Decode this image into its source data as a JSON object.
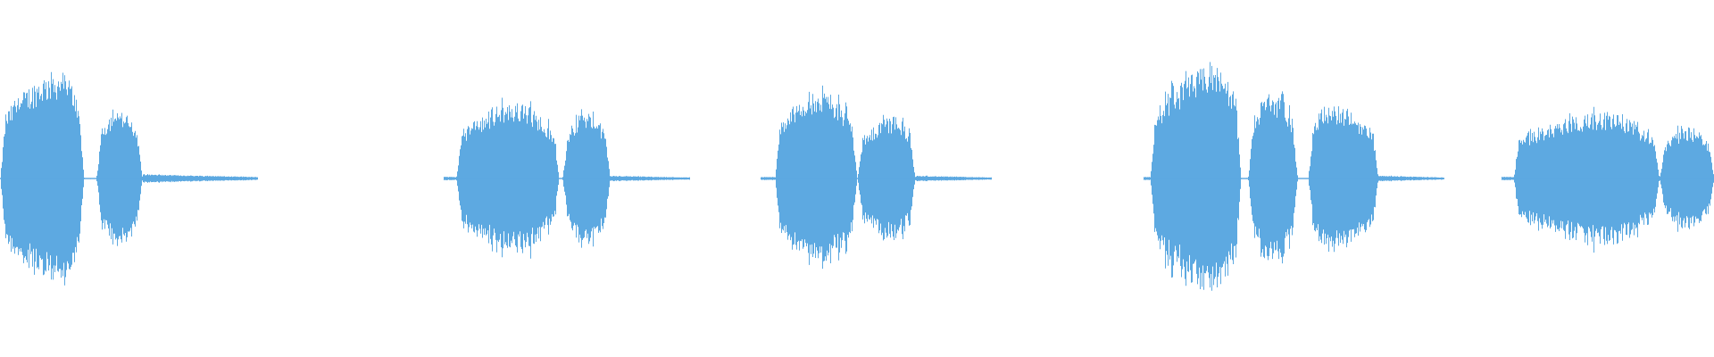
{
  "waveform": {
    "color": "#5DA9E1",
    "background": "#FFFFFF",
    "amplitude_scale": 0.36,
    "time_range": [
      0,
      1
    ],
    "segments": [
      {
        "id": "clip-1",
        "start": 0.0,
        "end": 0.15,
        "bursts": [
          {
            "start": 0.0,
            "end": 0.049,
            "amp": 0.78,
            "peak": 0.035
          },
          {
            "start": 0.056,
            "end": 0.083,
            "amp": 0.5,
            "peak": 0.068
          }
        ],
        "tail_amp": 0.03
      },
      {
        "id": "clip-2",
        "start": 0.259,
        "end": 0.402,
        "bursts": [
          {
            "start": 0.266,
            "end": 0.326,
            "amp": 0.55,
            "peak": 0.3
          },
          {
            "start": 0.328,
            "end": 0.356,
            "amp": 0.48,
            "peak": 0.342
          }
        ],
        "tail_amp": 0.02
      },
      {
        "id": "clip-3",
        "start": 0.444,
        "end": 0.578,
        "bursts": [
          {
            "start": 0.452,
            "end": 0.5,
            "amp": 0.64,
            "peak": 0.477
          },
          {
            "start": 0.5,
            "end": 0.534,
            "amp": 0.45,
            "peak": 0.522
          }
        ],
        "tail_amp": 0.02
      },
      {
        "id": "clip-4",
        "start": 0.667,
        "end": 0.842,
        "bursts": [
          {
            "start": 0.671,
            "end": 0.724,
            "amp": 0.82,
            "peak": 0.71
          },
          {
            "start": 0.728,
            "end": 0.757,
            "amp": 0.62,
            "peak": 0.741
          },
          {
            "start": 0.763,
            "end": 0.804,
            "amp": 0.54,
            "peak": 0.775
          }
        ],
        "tail_amp": 0.02
      },
      {
        "id": "clip-5",
        "start": 0.876,
        "end": 1.0,
        "bursts": [
          {
            "start": 0.883,
            "end": 0.968,
            "amp": 0.48,
            "peak": 0.935
          },
          {
            "start": 0.968,
            "end": 1.0,
            "amp": 0.37,
            "peak": 0.985
          }
        ],
        "tail_amp": 0.0
      }
    ]
  }
}
